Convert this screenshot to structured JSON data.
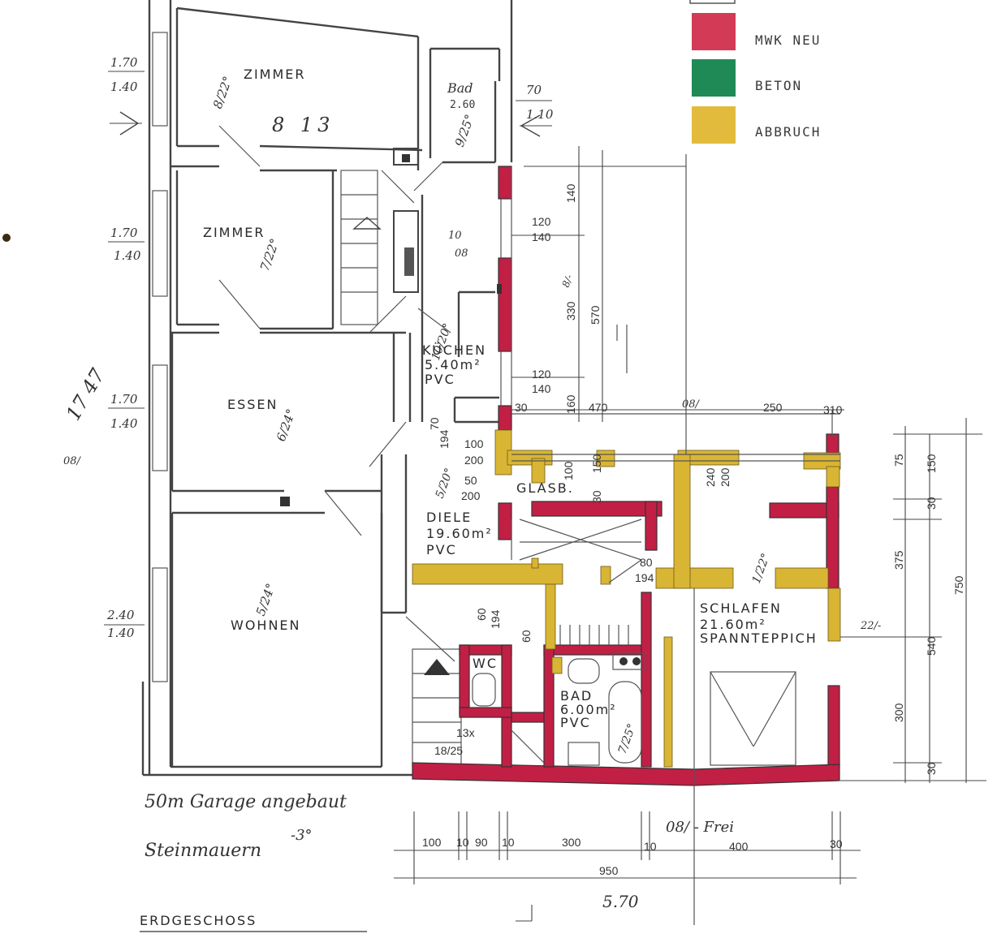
{
  "legend": {
    "items": [
      {
        "label": "MWK NEU",
        "color": "#cc2a4a",
        "icon": "red-swatch"
      },
      {
        "label": "BETON",
        "color": "#1f8a55",
        "icon": "green-swatch"
      },
      {
        "label": "ABBRUCH",
        "color": "#e0b83a",
        "icon": "yellow-swatch"
      }
    ]
  },
  "colors": {
    "mwk": "#c21f45",
    "beton": "#1f8a55",
    "abbruch": "#d9b534",
    "ink": "#444444"
  },
  "rooms": {
    "zimmer1": {
      "name": "ZIMMER",
      "note": "8/22°",
      "hand": "8 13"
    },
    "bad_top": {
      "name": "Bad",
      "area": "2.60",
      "note": "9/25°"
    },
    "zimmer2": {
      "name": "ZIMMER",
      "note": "7/22°"
    },
    "kuechen": {
      "name": "KÜCHEN",
      "area": "5.40m²",
      "floor": "PVC",
      "note": "10/20°"
    },
    "kueche_note": {
      "a": "10",
      "b": "08"
    },
    "essen": {
      "name": "ESSEN",
      "note": "6/24°"
    },
    "diele": {
      "name": "DIELE",
      "area": "19.60m²",
      "floor": "PVC",
      "note": "5/20°"
    },
    "glasb": {
      "name": "GLASB."
    },
    "wohnen": {
      "name": "WOHNEN",
      "note": "5/24°"
    },
    "wc": {
      "name": "WC"
    },
    "bad": {
      "name": "BAD",
      "area": "6.00m²",
      "floor": "PVC",
      "note": "7/25°"
    },
    "schlafen": {
      "name": "SCHLAFEN",
      "area": "21.60m²",
      "floor": "SPANNTEPPICH",
      "note": "1/22°"
    }
  },
  "windows_left": [
    {
      "a": "1.70",
      "b": "1.40"
    },
    {
      "a": "1.70",
      "b": "1.40"
    },
    {
      "a": "1.70",
      "b": "1.40"
    },
    {
      "a": "2.40",
      "b": "1.40"
    }
  ],
  "bad_window": {
    "a": "70",
    "b": "1.10"
  },
  "dims": {
    "d140": "140",
    "d120a": "120",
    "d140a": "140",
    "d330": "330",
    "d570": "570",
    "d120b": "120",
    "d140b": "140",
    "d160": "160",
    "d470": "470",
    "d30a": "30",
    "d100": "100",
    "d200a": "200",
    "d50": "50",
    "d200b": "200",
    "d70": "70",
    "d194a": "194",
    "d100v": "100",
    "d150v": "150",
    "d30v": "30",
    "d240": "240",
    "d200v": "200",
    "d80": "80",
    "d194b": "194",
    "d60a": "60",
    "d194c": "194",
    "d60b": "60",
    "d250": "250",
    "d310": "310",
    "r75": "75",
    "r150": "150",
    "r30a": "30",
    "r375": "375",
    "r750": "750",
    "r540": "540",
    "r300": "300",
    "r30b": "30",
    "stairs": "13x",
    "stairs2": "18/25",
    "b100": "100",
    "b10a": "10",
    "b90": "90",
    "b10b": "10",
    "b300": "300",
    "b10c": "10",
    "b400": "400",
    "b30": "30",
    "b950": "950"
  },
  "handwriting": {
    "left_side": "17 47",
    "left_small": "08/",
    "garage": "50m Garage angebaut",
    "steinmauern": "Steinmauern",
    "degree": "-3°",
    "bottom": "5.70",
    "frei": "08/ - Frei",
    "right_small": "22/-",
    "top_small": "08/",
    "kueche_small": "8/-"
  },
  "footer": {
    "title": "ERDGESCHOSS"
  }
}
